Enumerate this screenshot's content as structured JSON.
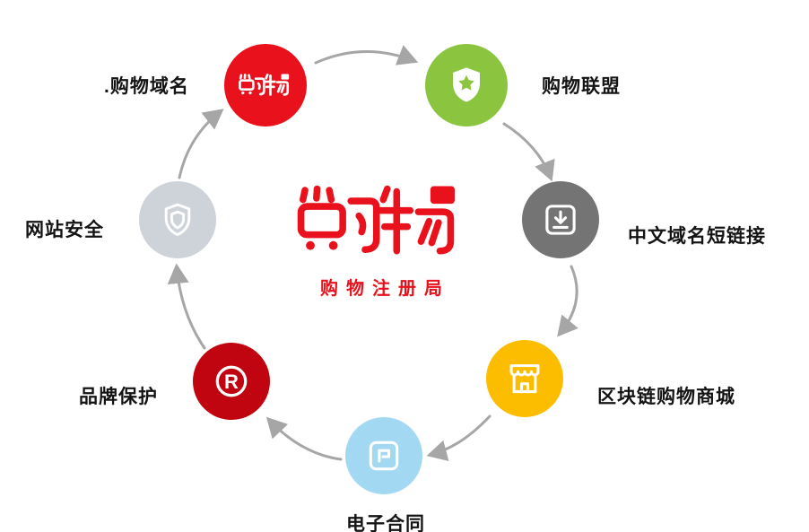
{
  "center": {
    "brand_name": "购物",
    "subtitle": "购物注册局",
    "brand_color": "#e8111c"
  },
  "nodes": [
    {
      "label": ".购物域名",
      "icon": "gouwu-logo",
      "color": "#e8111c"
    },
    {
      "label": "购物联盟",
      "icon": "shield-star-badge",
      "color": "#8bc53f"
    },
    {
      "label": "中文域名短链接",
      "icon": "download-box",
      "color": "#747474"
    },
    {
      "label": "区块链购物商城",
      "icon": "storefront",
      "color": "#fcbd00"
    },
    {
      "label": "电子合同",
      "icon": "contract-seal",
      "color": "#a3d8f2"
    },
    {
      "label": "品牌保护",
      "icon": "registered-trademark",
      "color": "#c00511"
    },
    {
      "label": "网站安全",
      "icon": "shield",
      "color": "#cdd3d9"
    }
  ],
  "arrows": {
    "color": "#a6a6a6",
    "direction": "clockwise"
  }
}
